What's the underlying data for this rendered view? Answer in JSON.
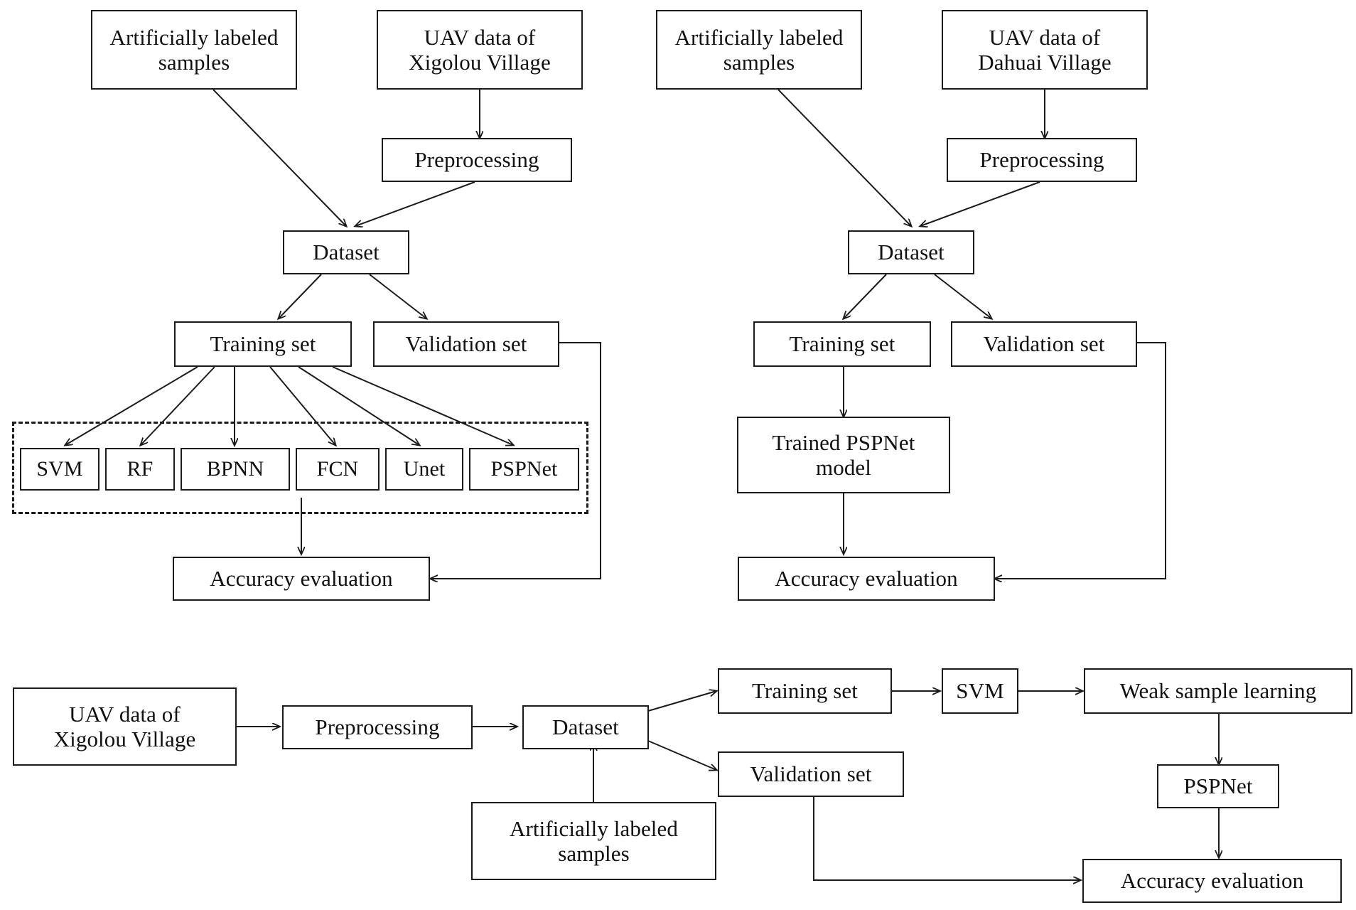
{
  "figure": {
    "type": "flowchart",
    "description": "Three-panel methodology flowchart for UAV village data classification",
    "panels": [
      {
        "id": "panel-top-left",
        "name": "Xigolou Village multi-model comparison workflow",
        "nodes": [
          {
            "id": "tl-labeled",
            "label": "Artificially labeled\nsamples"
          },
          {
            "id": "tl-uav",
            "label": "UAV data of\nXigolou Village"
          },
          {
            "id": "tl-preproc",
            "label": "Preprocessing"
          },
          {
            "id": "tl-dataset",
            "label": "Dataset"
          },
          {
            "id": "tl-train",
            "label": "Training set"
          },
          {
            "id": "tl-val",
            "label": "Validation set"
          },
          {
            "id": "tl-svm",
            "label": "SVM"
          },
          {
            "id": "tl-rf",
            "label": "RF"
          },
          {
            "id": "tl-bpnn",
            "label": "BPNN"
          },
          {
            "id": "tl-fcn",
            "label": "FCN"
          },
          {
            "id": "tl-unet",
            "label": "Unet"
          },
          {
            "id": "tl-pspnet",
            "label": "PSPNet"
          },
          {
            "id": "tl-acc",
            "label": "Accuracy evaluation"
          }
        ],
        "group": {
          "id": "tl-model-group",
          "label": ""
        },
        "edges": [
          {
            "from": "tl-labeled",
            "to": "tl-dataset"
          },
          {
            "from": "tl-uav",
            "to": "tl-preproc"
          },
          {
            "from": "tl-preproc",
            "to": "tl-dataset"
          },
          {
            "from": "tl-dataset",
            "to": "tl-train"
          },
          {
            "from": "tl-dataset",
            "to": "tl-val"
          },
          {
            "from": "tl-train",
            "to": "tl-svm"
          },
          {
            "from": "tl-train",
            "to": "tl-rf"
          },
          {
            "from": "tl-train",
            "to": "tl-bpnn"
          },
          {
            "from": "tl-train",
            "to": "tl-fcn"
          },
          {
            "from": "tl-train",
            "to": "tl-unet"
          },
          {
            "from": "tl-train",
            "to": "tl-pspnet"
          },
          {
            "from": "tl-model-group",
            "to": "tl-acc"
          },
          {
            "from": "tl-val",
            "to": "tl-acc"
          }
        ]
      },
      {
        "id": "panel-top-right",
        "name": "Dahuai Village PSPNet transfer workflow",
        "nodes": [
          {
            "id": "tr-labeled",
            "label": "Artificially labeled\nsamples"
          },
          {
            "id": "tr-uav",
            "label": "UAV data of\nDahuai Village"
          },
          {
            "id": "tr-preproc",
            "label": "Preprocessing"
          },
          {
            "id": "tr-dataset",
            "label": "Dataset"
          },
          {
            "id": "tr-train",
            "label": "Training set"
          },
          {
            "id": "tr-val",
            "label": "Validation set"
          },
          {
            "id": "tr-model",
            "label": "Trained PSPNet\nmodel"
          },
          {
            "id": "tr-acc",
            "label": "Accuracy evaluation"
          }
        ],
        "edges": [
          {
            "from": "tr-labeled",
            "to": "tr-dataset"
          },
          {
            "from": "tr-uav",
            "to": "tr-preproc"
          },
          {
            "from": "tr-preproc",
            "to": "tr-dataset"
          },
          {
            "from": "tr-dataset",
            "to": "tr-train"
          },
          {
            "from": "tr-dataset",
            "to": "tr-val"
          },
          {
            "from": "tr-train",
            "to": "tr-model"
          },
          {
            "from": "tr-model",
            "to": "tr-acc"
          },
          {
            "from": "tr-val",
            "to": "tr-acc"
          }
        ]
      },
      {
        "id": "panel-bottom",
        "name": "Weak sample learning workflow",
        "nodes": [
          {
            "id": "b-uav",
            "label": "UAV data of\nXigolou Village"
          },
          {
            "id": "b-preproc",
            "label": "Preprocessing"
          },
          {
            "id": "b-dataset",
            "label": "Dataset"
          },
          {
            "id": "b-labeled",
            "label": "Artificially labeled\nsamples"
          },
          {
            "id": "b-train",
            "label": "Training set"
          },
          {
            "id": "b-val",
            "label": "Validation set"
          },
          {
            "id": "b-svm",
            "label": "SVM"
          },
          {
            "id": "b-weak",
            "label": "Weak sample learning"
          },
          {
            "id": "b-pspnet",
            "label": "PSPNet"
          },
          {
            "id": "b-acc",
            "label": "Accuracy evaluation"
          }
        ],
        "edges": [
          {
            "from": "b-uav",
            "to": "b-preproc"
          },
          {
            "from": "b-preproc",
            "to": "b-dataset"
          },
          {
            "from": "b-labeled",
            "to": "b-dataset"
          },
          {
            "from": "b-dataset",
            "to": "b-train"
          },
          {
            "from": "b-dataset",
            "to": "b-val"
          },
          {
            "from": "b-train",
            "to": "b-svm"
          },
          {
            "from": "b-svm",
            "to": "b-weak"
          },
          {
            "from": "b-weak",
            "to": "b-pspnet"
          },
          {
            "from": "b-pspnet",
            "to": "b-acc"
          },
          {
            "from": "b-val",
            "to": "b-acc"
          }
        ]
      }
    ]
  },
  "colors": {
    "stroke": "#1b1b1b",
    "background": "#ffffff",
    "text": "#111111"
  }
}
